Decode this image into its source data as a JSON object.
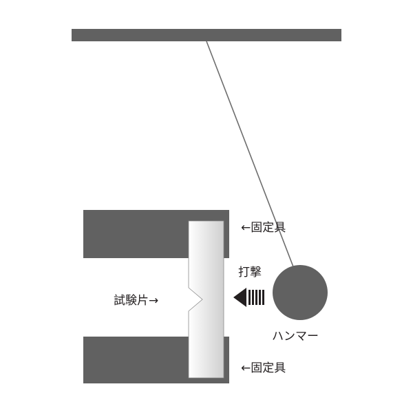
{
  "labels": {
    "fixture_top": "←固定具",
    "fixture_bottom": "←固定具",
    "impact": "打撃",
    "specimen": "試験片→",
    "hammer": "ハンマー"
  },
  "colors": {
    "fixture": "#616161",
    "hammer": "#616161",
    "support_bar": "#616161",
    "string": "#6d6d6d",
    "arrow": "#231f20",
    "specimen_gradient_start": "#ffffff",
    "specimen_gradient_end": "#cfcfcf",
    "text": "#231f20"
  }
}
